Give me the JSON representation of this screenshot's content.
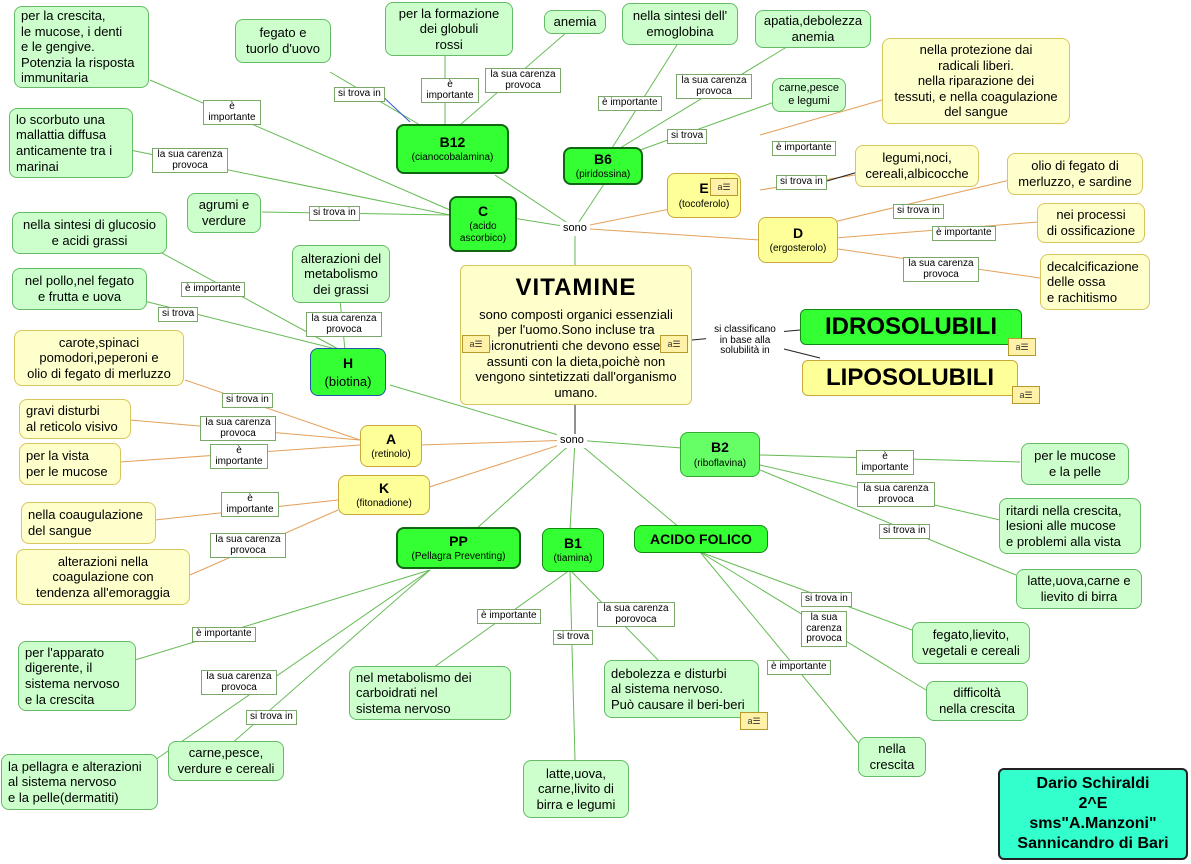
{
  "center": {
    "title": "VITAMINE",
    "description": "sono composti organici essenziali per l'uomo.Sono incluse tra micronutrienti che devono essere assunti con la dieta,poichè non vengono sintetizzati dall'organismo umano."
  },
  "classification": {
    "label": "si classificano\nin base alla\nsolubilità in",
    "idrosolubili": "IDROSOLUBILI",
    "liposolubili": "LIPOSOLUBILI"
  },
  "connectors": {
    "sono_top": "sono",
    "sono_bottom": "sono"
  },
  "vitamins": {
    "b12": {
      "name": "B12",
      "sub": "(cianocobalamina)"
    },
    "b6": {
      "name": "B6",
      "sub": "(piridossina)"
    },
    "c": {
      "name": "C",
      "sub": "(acido\nascorbico)"
    },
    "e": {
      "name": "E",
      "sub": "(tocoferolo)"
    },
    "d": {
      "name": "D",
      "sub": "(ergosterolo)"
    },
    "h": {
      "name": "H",
      "sub": "(biotina)"
    },
    "a": {
      "name": "A",
      "sub": "(retinolo)"
    },
    "k": {
      "name": "K",
      "sub": "(fitonadione)"
    },
    "pp": {
      "name": "PP",
      "sub": "(Pellagra Preventing)"
    },
    "b1": {
      "name": "B1",
      "sub": "(tiamina)"
    },
    "folico": {
      "name": "ACIDO FOLICO"
    },
    "b2": {
      "name": "B2",
      "sub": "(riboflavina)"
    }
  },
  "details": {
    "c_important": "per la crescita,\nle mucose, i denti\ne le gengive.\nPotenzia la risposta\nimmunitaria",
    "b12_source": "fegato e\ntuorlo d'uovo",
    "b12_important": "per la formazione\ndei globuli\nrossi",
    "b12_deficiency": "anemia",
    "b6_important": "nella sintesi dell'\nemoglobina",
    "b6_deficiency": "apatia,debolezza\nanemia",
    "b6_source": "carne,pesce\ne legumi",
    "e_important": "nella protezione dai\nradicali liberi.\nnella riparazione dei\ntessuti, e nella coagulazione\ndel sangue",
    "e_source": "legumi,noci,\ncereali,albicocche",
    "d_source": "olio di fegato di\nmerluzzo, e sardine",
    "d_important": "nei processi\ndi ossificazione",
    "d_deficiency": "decalcificazione\ndelle ossa\ne rachitismo",
    "c_deficiency": "lo scorbuto una\nmallattia diffusa\nanticamente tra i\nmarinai",
    "c_source": "agrumi e\nverdure",
    "h_important": "nella sintesi di glucosio\ne acidi grassi",
    "h_source": "nel pollo,nel fegato\ne frutta e uova",
    "h_deficiency": "alterazioni del\nmetabolismo\ndei grassi",
    "a_source": "carote,spinaci\npomodori,peperoni e\nolio di fegato di merluzzo",
    "a_deficiency": "gravi disturbi\nal reticolo visivo",
    "a_important": "per la vista\nper le mucose",
    "k_important": "nella coaugulazione\ndel sangue",
    "k_deficiency": "alterazioni nella\ncoagulazione con\ntendenza all'emoraggia",
    "pp_important": "per l'apparato\ndigerente, il\nsistema nervoso\ne la crescita",
    "pp_deficiency": "la pellagra e alterazioni\nal sistema nervoso\ne la pelle(dermatiti)",
    "pp_source": "carne,pesce,\nverdure e cereali",
    "b1_important": "nel metabolismo dei\ncarboidrati  nel\nsistema nervoso",
    "b1_source": "latte,uova,\ncarne,livito di\nbirra e legumi",
    "b1_deficiency": "debolezza e disturbi\nal sistema nervoso.\nPuò causare il beri-beri",
    "folico_source": "fegato,lievito,\nvegetali e cereali",
    "folico_deficiency": "difficoltà\nnella crescita",
    "folico_important": "nella\ncrescita",
    "b2_important": "per le mucose\ne la pelle",
    "b2_deficiency": "ritardi nella crescita,\nlesioni alle mucose\ne problemi alla vista",
    "b2_source": "latte,uova,carne e\nlievito di birra"
  },
  "labels": {
    "important": "è importante",
    "important_split": "è\nimportante",
    "deficiency": "la sua carenza\nprovoca",
    "deficiency_split": "la sua\ncarenza\nprovoca",
    "deficiency_b1": "la sua carenza\nporovoca",
    "found_in": "si trova in",
    "found": "si trova"
  },
  "author": "Dario Schiraldi\n2^E\nsms\"A.Manzoni\"\nSannicandro di Bari",
  "icons": {
    "note": "note-icon",
    "note_text": "a☰"
  }
}
